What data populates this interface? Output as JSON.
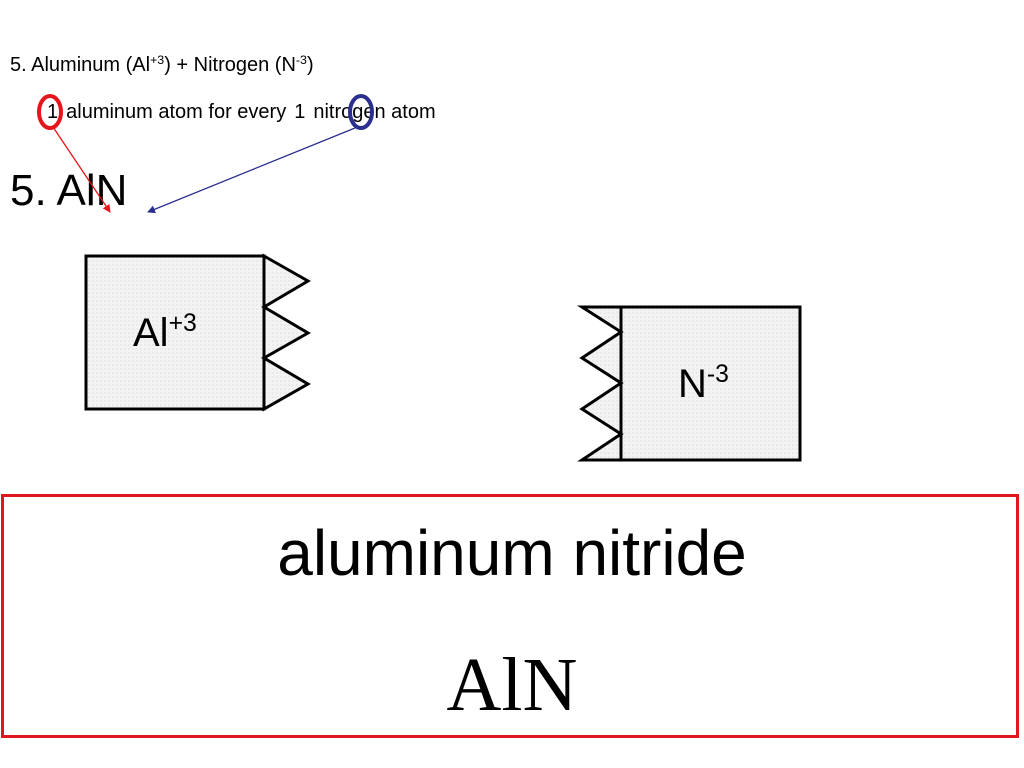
{
  "header": {
    "prefix": "5. Aluminum (Al",
    "al_charge": "+3",
    "middle": ") + Nitrogen (N",
    "n_charge": "-3",
    "suffix": ")"
  },
  "ratio": {
    "al_count": "1",
    "al_text": "aluminum atom for every",
    "n_count": "1",
    "n_text": "nitrogen atom"
  },
  "formula_line": "5. AlN",
  "ions": {
    "aluminum": {
      "symbol": "Al",
      "charge": "+3",
      "notches": 3
    },
    "nitrogen": {
      "symbol": "N",
      "charge": "-3",
      "notches": 3
    }
  },
  "answer": {
    "name": "aluminum nitride",
    "formula": "AlN"
  },
  "colors": {
    "al_highlight": "#e3161b",
    "n_highlight": "#2b2f8f",
    "box_border": "#e3161b",
    "tile_fill": "#efefef"
  }
}
